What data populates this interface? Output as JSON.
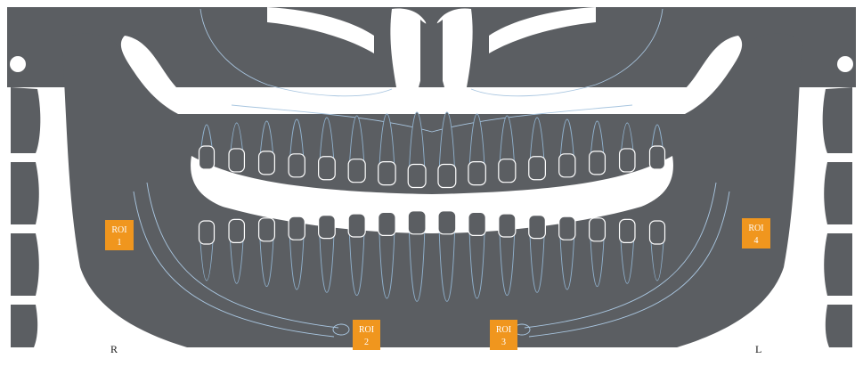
{
  "figure": {
    "subject": "dental panoramic radiograph schematic",
    "colors": {
      "bone": "#5b5e62",
      "background": "#ffffff",
      "outline": "#a9c6e0",
      "roi": "#f0961e"
    }
  },
  "rois": [
    {
      "id": "roi-1",
      "line1": "ROI",
      "line2": "1"
    },
    {
      "id": "roi-2",
      "line1": "ROI",
      "line2": "2"
    },
    {
      "id": "roi-3",
      "line1": "ROI",
      "line2": "3"
    },
    {
      "id": "roi-4",
      "line1": "ROI",
      "line2": "4"
    }
  ],
  "side_labels": {
    "right": "R",
    "left": "L"
  }
}
